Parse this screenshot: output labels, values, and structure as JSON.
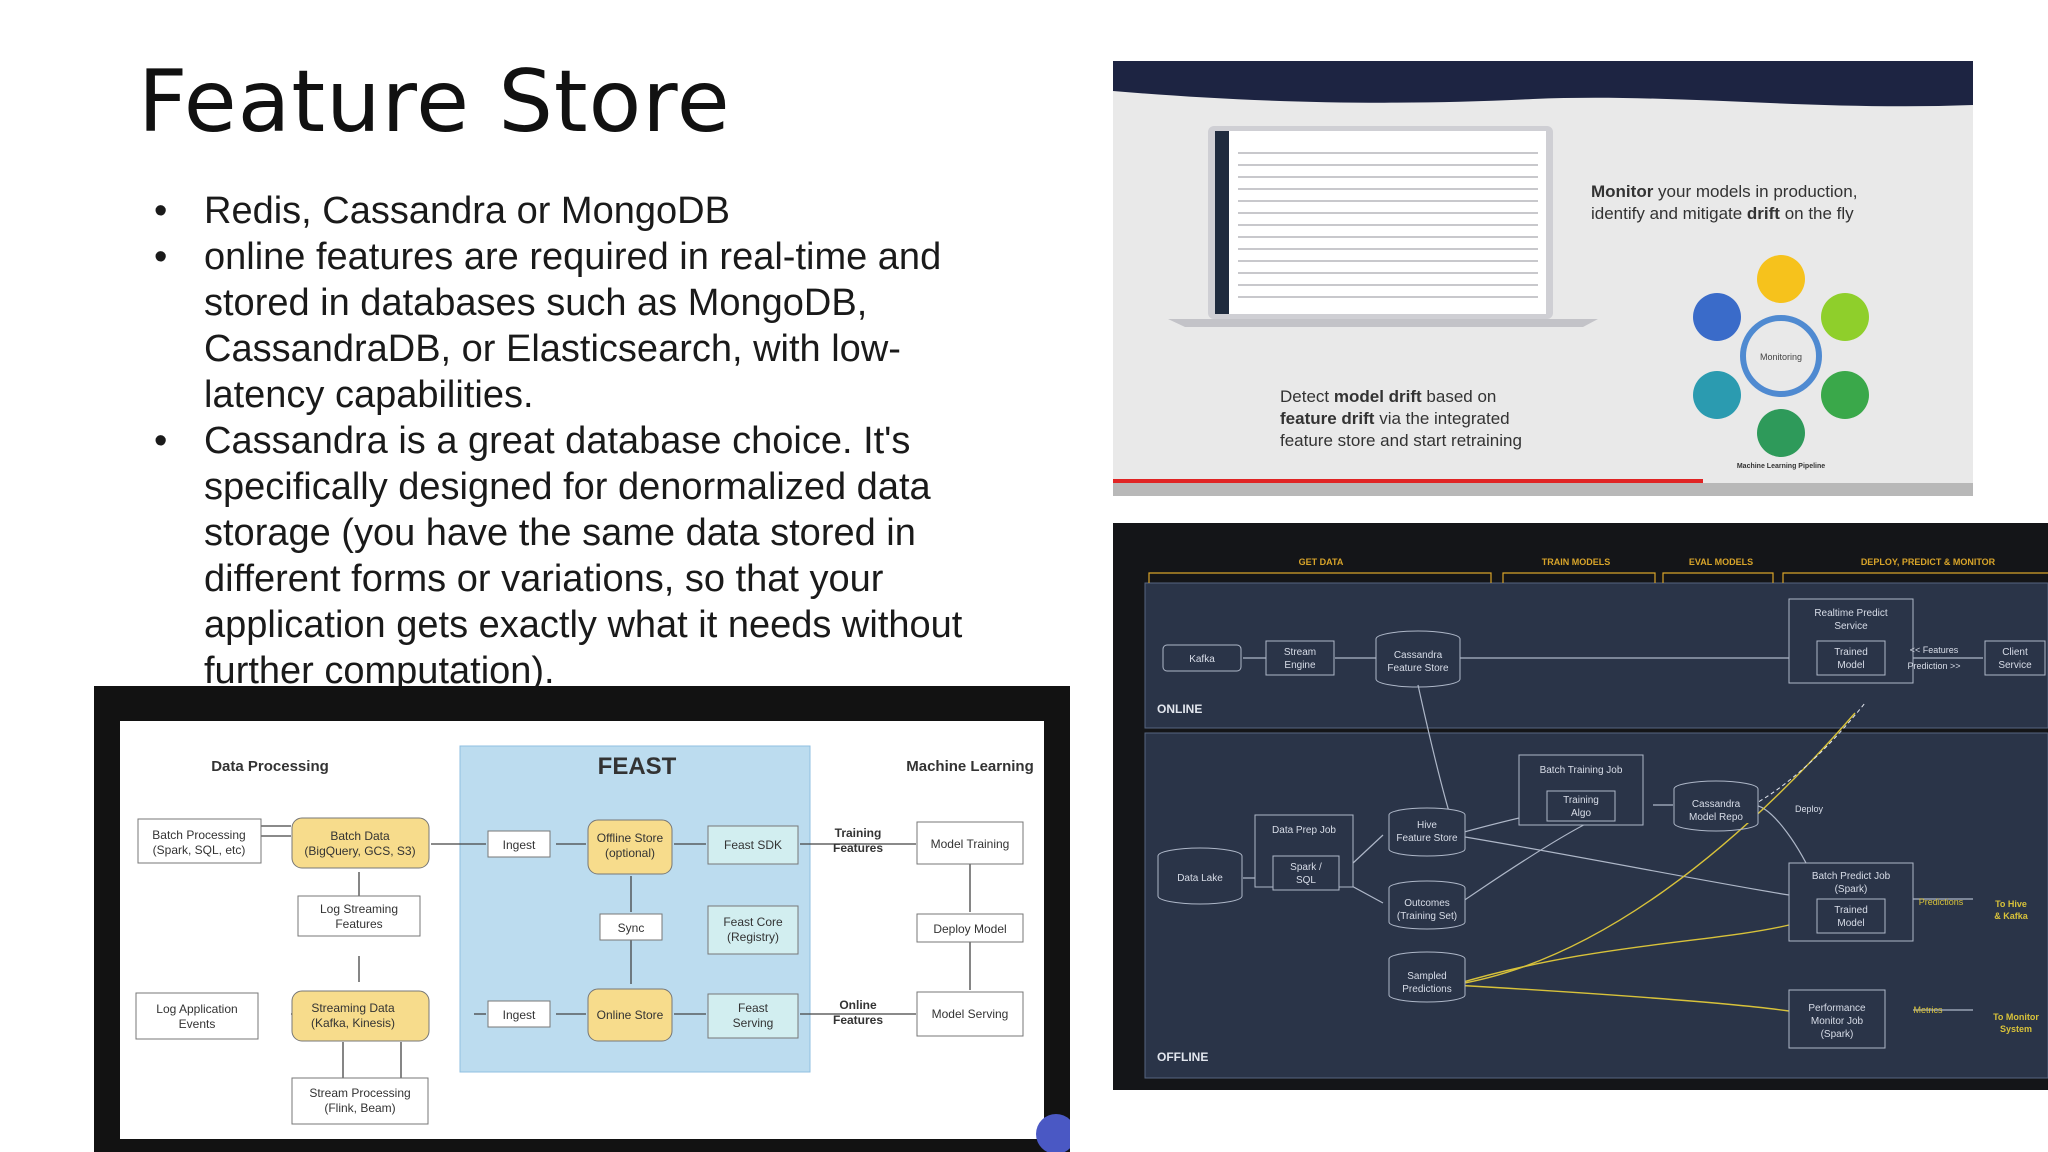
{
  "slide": {
    "title": "Feature Store",
    "bullets": [
      "Redis, Cassandra or MongoDB",
      "online features are required in real-time and stored in databases such as MongoDB, CassandraDB, or Elasticsearch, with low-latency capabilities.",
      "Cassandra is a great database choice. It's specifically designed for denormalized data storage (you have the same data stored in different forms or variations, so that your application gets exactly what it needs without further computation)."
    ]
  },
  "feast_diagram": {
    "section_data_processing": "Data Processing",
    "section_feast": "FEAST",
    "section_ml": "Machine Learning",
    "batch_processing": [
      "Batch Processing",
      "(Spark, SQL, etc)"
    ],
    "batch_data": [
      "Batch Data",
      "(BigQuery, GCS, S3)"
    ],
    "log_streaming": [
      "Log Streaming",
      "Features"
    ],
    "log_app_events": [
      "Log Application",
      "Events"
    ],
    "streaming_data": [
      "Streaming Data",
      "(Kafka, Kinesis)"
    ],
    "stream_processing": [
      "Stream Processing",
      "(Flink, Beam)"
    ],
    "ingest_top": "Ingest",
    "ingest_bottom": "Ingest",
    "offline_store": [
      "Offline Store",
      "(optional)"
    ],
    "sync": "Sync",
    "online_store": "Online Store",
    "feast_sdk": "Feast SDK",
    "feast_core": [
      "Feast Core",
      "(Registry)"
    ],
    "feast_serving": [
      "Feast",
      "Serving"
    ],
    "training_features": [
      "Training",
      "Features"
    ],
    "online_features": [
      "Online",
      "Features"
    ],
    "model_training": "Model Training",
    "deploy_model": "Deploy Model",
    "model_serving": "Model Serving"
  },
  "monitor_slide": {
    "caption_top_bold1": "Monitor",
    "caption_top_rest1": " your models in production,",
    "caption_top_line2a": "identify and mitigate ",
    "caption_top_bold2": "drift",
    "caption_top_line2b": " on the fly",
    "caption_bottom_line1a": "Detect ",
    "caption_bottom_bold1": "model drift",
    "caption_bottom_line1b": " based on",
    "caption_bottom_bold2": "feature drift",
    "caption_bottom_line2b": " via the integrated",
    "caption_bottom_line3": "feature store and start retraining",
    "cycle_center": "Monitoring",
    "cycle_footer": "Machine Learning Pipeline"
  },
  "arch_diagram": {
    "header_get_data": "GET DATA",
    "header_train": "TRAIN MODELS",
    "header_eval": "EVAL MODELS",
    "header_deploy": "DEPLOY, PREDICT & MONITOR",
    "online_label": "ONLINE",
    "offline_label": "OFFLINE",
    "kafka": "Kafka",
    "stream_engine": [
      "Stream",
      "Engine"
    ],
    "cassandra_store": [
      "Cassandra",
      "Feature Store"
    ],
    "realtime_service": [
      "Realtime Predict",
      "Service"
    ],
    "trained_model_top": [
      "Trained",
      "Model"
    ],
    "features_arrow": "<< Features",
    "prediction_arrow": "Prediction >>",
    "client_service": [
      "Client",
      "Service"
    ],
    "batch_training_job": "Batch Training Job",
    "training_algo": [
      "Training",
      "Algo"
    ],
    "cassandra_model_repo": [
      "Cassandra",
      "Model Repo"
    ],
    "deploy": "Deploy",
    "data_prep_job": "Data Prep Job",
    "spark_sql": [
      "Spark /",
      "SQL"
    ],
    "data_lake": "Data Lake",
    "hive_store": [
      "Hive",
      "Feature Store"
    ],
    "outcomes": [
      "Outcomes",
      "(Training Set)"
    ],
    "batch_predict_job": [
      "Batch Predict Job",
      "(Spark)"
    ],
    "trained_model_bottom": [
      "Trained",
      "Model"
    ],
    "predictions": "Predictions",
    "to_hive": [
      "To Hive",
      "& Kafka"
    ],
    "sampled_predictions": [
      "Sampled",
      "Predictions"
    ],
    "perf_monitor": [
      "Performance",
      "Monitor Job",
      "(Spark)"
    ],
    "metrics": "Metrics",
    "to_monitor": [
      "To Monitor",
      "System"
    ]
  }
}
